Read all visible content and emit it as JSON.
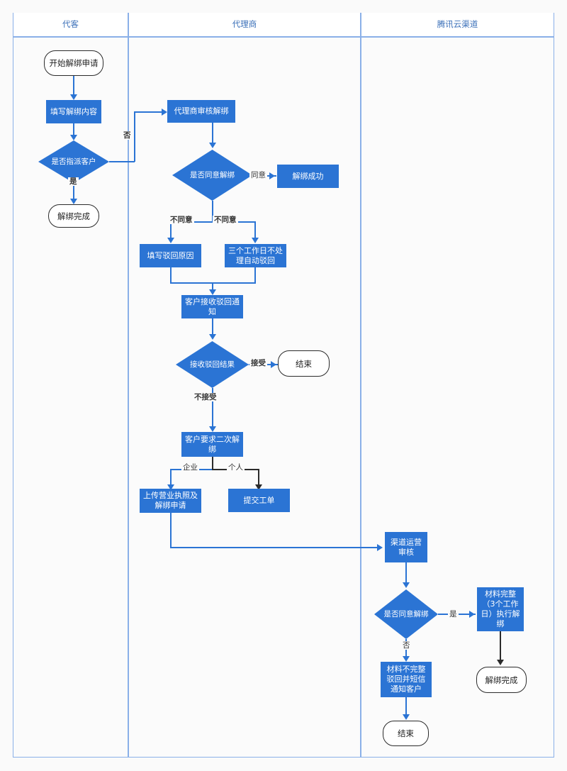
{
  "lanes": [
    {
      "id": "lane-customer",
      "title": "代客"
    },
    {
      "id": "lane-agent",
      "title": "代理商"
    },
    {
      "id": "lane-tencent",
      "title": "腾讯云渠道"
    }
  ],
  "colors": {
    "process_fill": "#2b74d4",
    "lane_border": "#8ab0e8",
    "lane_title_text": "#3a6fb8",
    "terminal_border": "#2b2b2b",
    "connector_blue": "#2b74d4",
    "connector_dark": "#2b2b2b",
    "background": "#fafafa"
  },
  "nodes": {
    "start_unbind_request": {
      "label": "开始解绑申请",
      "type": "terminal",
      "lane": "lane-customer"
    },
    "fill_unbind_content": {
      "label": "填写解绑内容",
      "type": "process",
      "lane": "lane-customer"
    },
    "is_assign_customer": {
      "label": "是否指派客户",
      "type": "decision",
      "lane": "lane-customer"
    },
    "unbind_complete_left": {
      "label": "解绑完成",
      "type": "terminal",
      "lane": "lane-customer"
    },
    "agent_review_unbind": {
      "label": "代理商审核解绑",
      "type": "process",
      "lane": "lane-agent"
    },
    "is_agree_unbind": {
      "label": "是否同意解绑",
      "type": "decision",
      "lane": "lane-agent"
    },
    "unbind_success": {
      "label": "解绑成功",
      "type": "process",
      "lane": "lane-agent"
    },
    "fill_reject_reason": {
      "label": "填写驳回原因",
      "type": "process",
      "lane": "lane-agent"
    },
    "auto_reject_3days": {
      "label": "三个工作日不处理自动驳回",
      "type": "process",
      "lane": "lane-agent"
    },
    "customer_receive_reject": {
      "label": "客户接收驳回通知",
      "type": "process",
      "lane": "lane-agent"
    },
    "receive_reject_result": {
      "label": "接收驳回结果",
      "type": "decision",
      "lane": "lane-agent"
    },
    "end_agent": {
      "label": "结束",
      "type": "terminal",
      "lane": "lane-agent"
    },
    "customer_second_unbind": {
      "label": "客户要求二次解绑",
      "type": "process",
      "lane": "lane-agent"
    },
    "upload_license": {
      "label": "上传营业执照及解绑申请",
      "type": "process",
      "lane": "lane-agent"
    },
    "submit_ticket": {
      "label": "提交工单",
      "type": "process",
      "lane": "lane-agent"
    },
    "channel_ops_review": {
      "label": "渠道运营审核",
      "type": "process",
      "lane": "lane-tencent"
    },
    "is_agree_unbind_2": {
      "label": "是否同意解绑",
      "type": "decision",
      "lane": "lane-tencent"
    },
    "materials_complete": {
      "label": "材料完整（3个工作日）执行解绑",
      "type": "process",
      "lane": "lane-tencent"
    },
    "materials_incomplete": {
      "label": "材料不完整驳回并短信通知客户",
      "type": "process",
      "lane": "lane-tencent"
    },
    "unbind_complete_right": {
      "label": "解绑完成",
      "type": "terminal",
      "lane": "lane-tencent"
    },
    "end_tencent": {
      "label": "结束",
      "type": "terminal",
      "lane": "lane-tencent"
    }
  },
  "edge_labels": {
    "no_assign": "否",
    "yes_assign": "是",
    "agree": "同意",
    "disagree_left": "不同意",
    "disagree_right": "不同意",
    "accept": "接受",
    "not_accept": "不接受",
    "enterprise": "企业",
    "individual": "个人",
    "yes_tencent": "是",
    "no_tencent": "否"
  }
}
